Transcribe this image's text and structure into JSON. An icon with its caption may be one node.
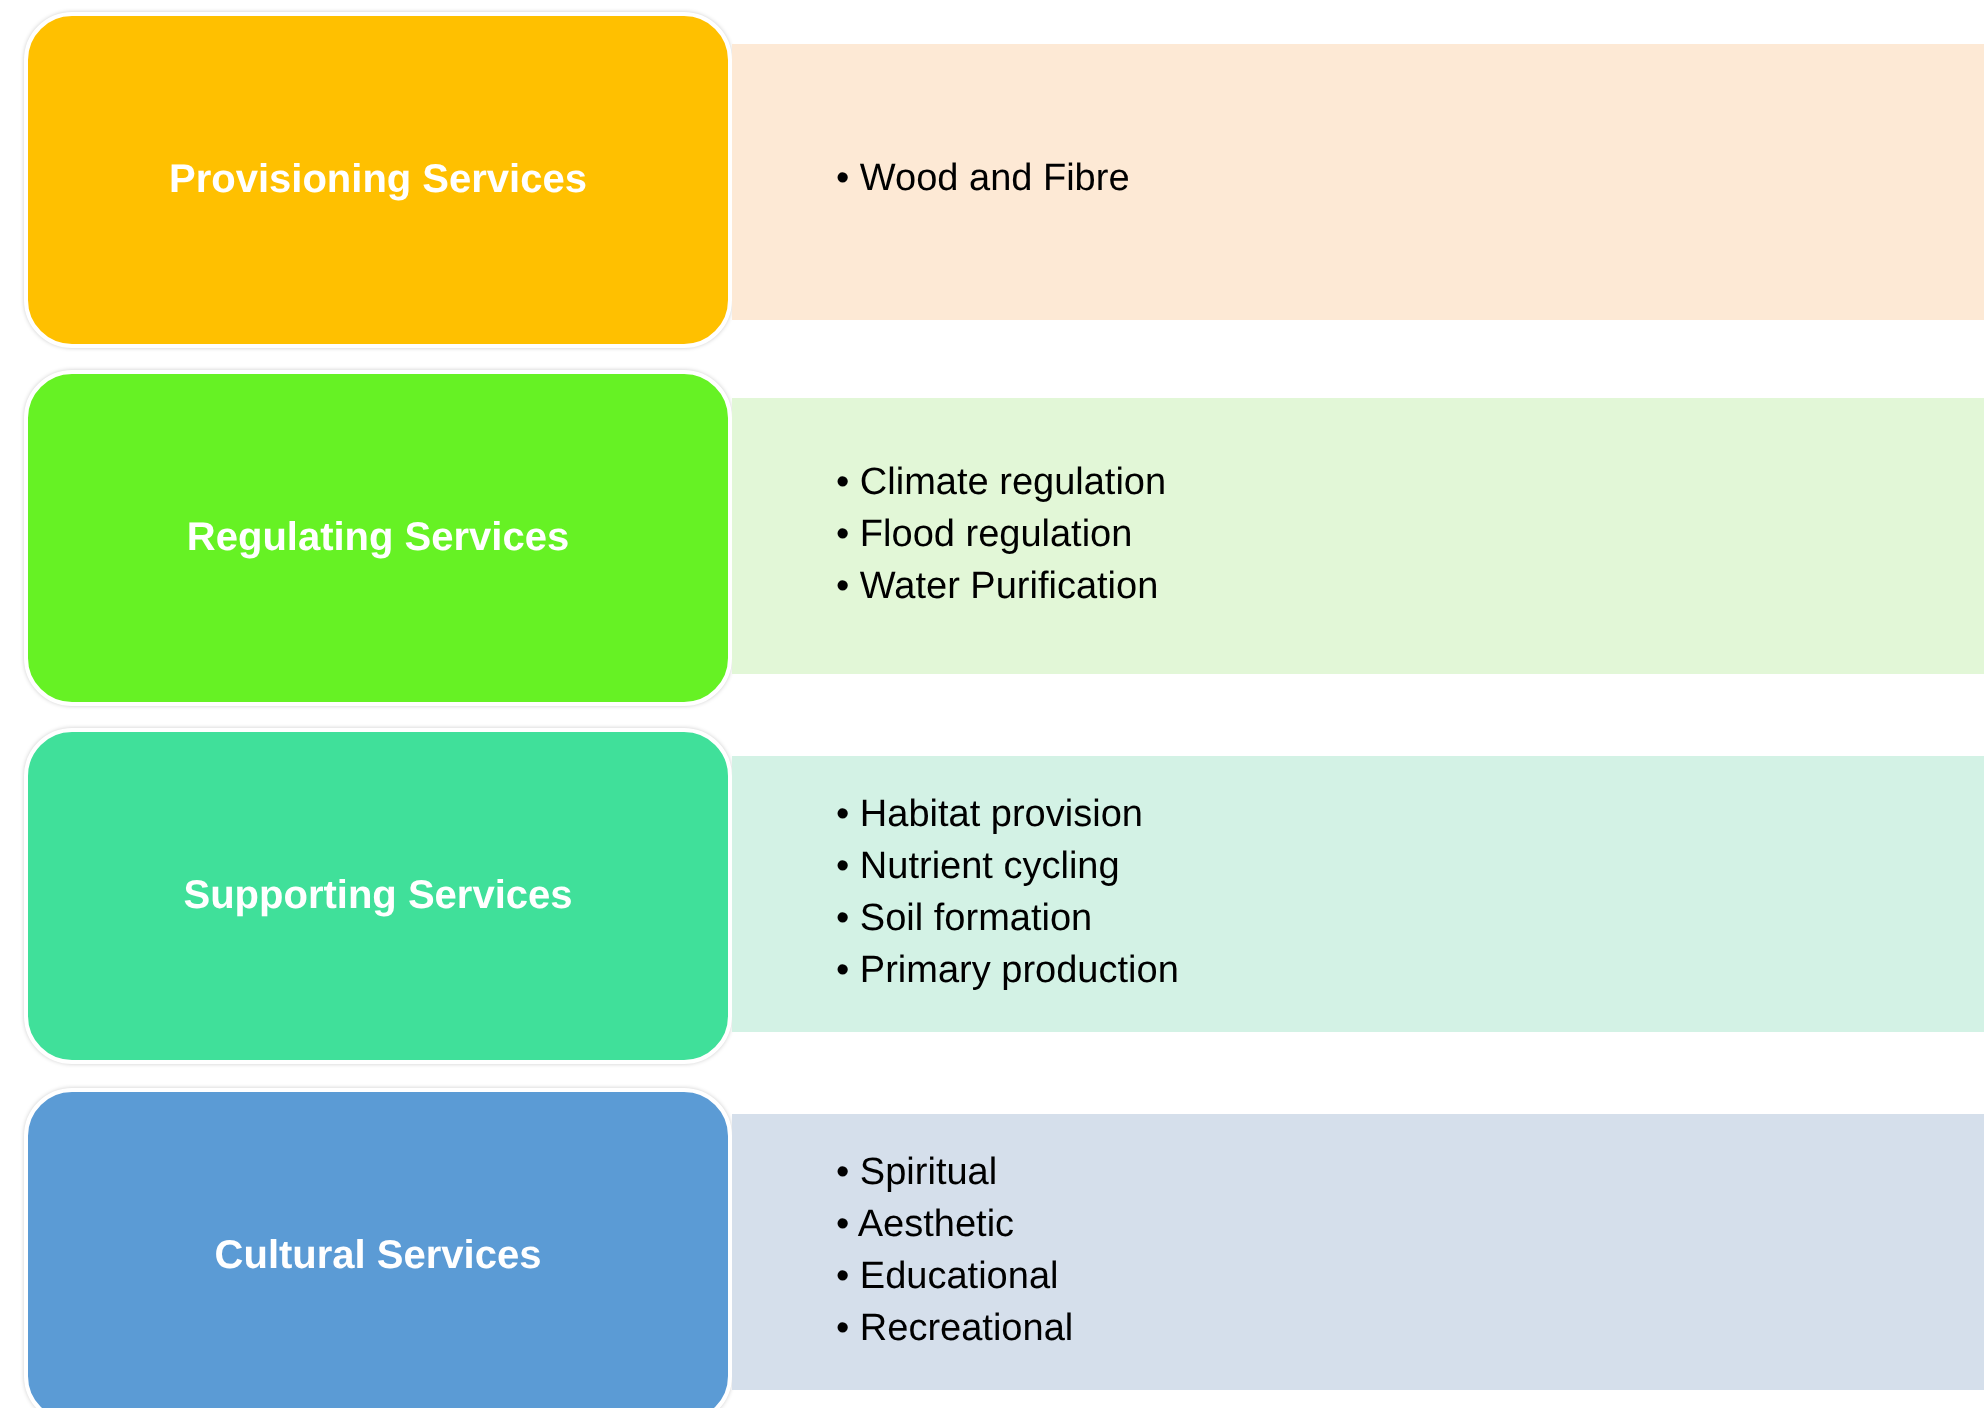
{
  "diagram": {
    "nodes": [
      {
        "text": [
          "Provisioning Services"
        ]
      },
      {
        "text": [
          "• Wood and Fibre"
        ]
      },
      {
        "text": [
          "Regulating Services"
        ]
      },
      {
        "text": [
          "• Climate regulation",
          "• Flood regulation",
          "• Water Purification"
        ]
      },
      {
        "text": [
          "Supporting Services"
        ]
      },
      {
        "text": [
          "• Habitat provision",
          "• Nutrient cycling",
          "• Soil formation",
          "• Primary production"
        ]
      },
      {
        "text": [
          "Cultural Services"
        ]
      },
      {
        "text": [
          "• Spiritual",
          "• Aesthetic",
          "• Educational",
          "• Recreational"
        ]
      }
    ]
  }
}
